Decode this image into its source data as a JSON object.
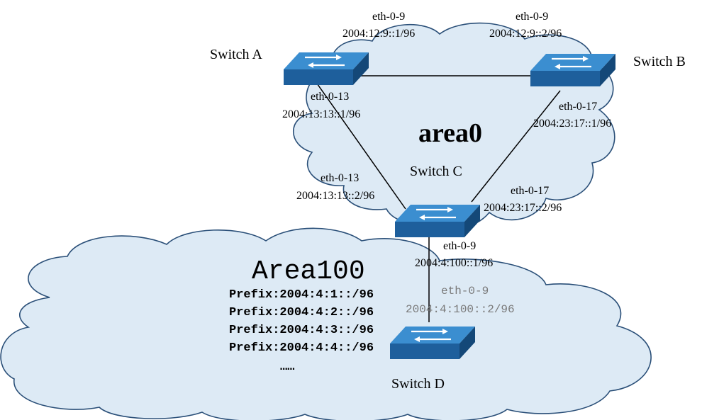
{
  "colors": {
    "cloud_fill": "#ddeaf5",
    "cloud_stroke": "#2a4f78",
    "switch_top": "#3b8ed0",
    "switch_front": "#1e5f9c",
    "switch_side": "#144878",
    "link": "#000000"
  },
  "areas": {
    "area0": "area0",
    "area100": "Area100",
    "prefixes": [
      "Prefix:2004:4:1::/96",
      "Prefix:2004:4:2::/96",
      "Prefix:2004:4:3::/96",
      "Prefix:2004:4:4::/96",
      "……"
    ]
  },
  "switches": {
    "a": "Switch A",
    "b": "Switch B",
    "c": "Switch C",
    "d": "Switch D"
  },
  "interfaces": {
    "a_eth9": {
      "name": "eth-0-9",
      "addr": "2004:12:9::1/96"
    },
    "b_eth9": {
      "name": "eth-0-9",
      "addr": "2004:12:9::2/96"
    },
    "a_eth13": {
      "name": "eth-0-13",
      "addr": "2004:13:13::1/96"
    },
    "b_eth17": {
      "name": "eth-0-17",
      "addr": "2004:23:17::1/96"
    },
    "c_eth13": {
      "name": "eth-0-13",
      "addr": "2004:13:13::2/96"
    },
    "c_eth17": {
      "name": "eth-0-17",
      "addr": "2004:23:17::2/96"
    },
    "c_eth9": {
      "name": "eth-0-9",
      "addr": "2004:4:100::1/96"
    },
    "d_eth9": {
      "name": "eth-0-9",
      "addr": "2004:4:100::2/96"
    }
  }
}
